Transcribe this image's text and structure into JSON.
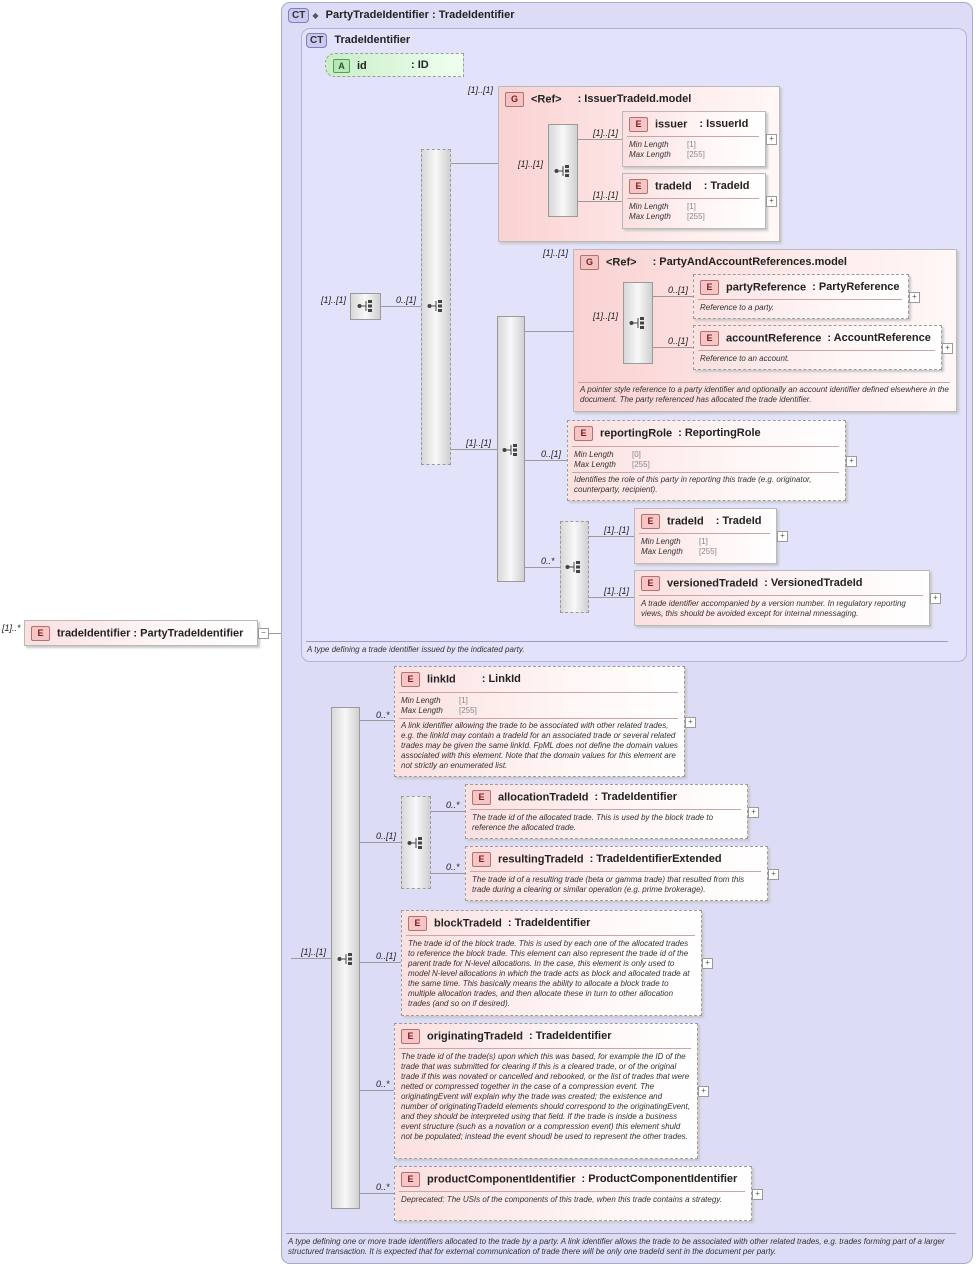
{
  "outer_type": {
    "badge": "CT",
    "title": "PartyTradeIdentifier : TradeIdentifier",
    "description": "A type defining one or more trade identifiers allocated to the trade by a party. A link identifier allows the trade to be associated with other related trades, e.g. trades forming part of a larger structured transaction. It is expected that for external communication of trade there will be only one tradeId sent in the document per party."
  },
  "inner_type": {
    "badge": "CT",
    "title": "TradeIdentifier",
    "description": "A type defining a trade identifier issued by the indicated party."
  },
  "root": {
    "icon": "E",
    "card": "[1]..*",
    "name": "tradeIdentifier",
    "type": ": PartyTradeIdentifier"
  },
  "attr_id": {
    "icon": "A",
    "name": "id",
    "type": ": ID"
  },
  "labels": {
    "min_length": "Min Length",
    "max_length": "Max Length",
    "ref": "<Ref>",
    "g": "G",
    "e": "E"
  },
  "cards": {
    "issuer_group": "[1]..[1]",
    "issuer_seq": "[1]..[1]",
    "issuer": "[1]..[1]",
    "tradeId1": "[1]..[1]",
    "inner_seq": "[1]..[1]",
    "choice": "0..[1]",
    "party_group": "[1]..[1]",
    "party_seq": "[1]..[1]",
    "partyRef": "0..[1]",
    "accountRef": "0..[1]",
    "seq2": "[1]..[1]",
    "reportingRole": "0..[1]",
    "seq3": "0..*",
    "tradeId2": "[1]..[1]",
    "versioned": "[1]..[1]",
    "outer_seq": "[1]..[1]",
    "linkId": "0..*",
    "alloc_choice": "0..[1]",
    "allocationTradeId": "0..*",
    "resultingTradeId": "0..*",
    "blockTradeId": "0..[1]",
    "originatingTradeId": "0..*",
    "productComponentIdentifier": "0..*"
  },
  "issuer_group": {
    "name": ": IssuerTradeId.model"
  },
  "issuer": {
    "name": "issuer",
    "type": ": IssuerId",
    "min": "[1]",
    "max": "[255]"
  },
  "tradeId1": {
    "name": "tradeId",
    "type": ": TradeId",
    "min": "[1]",
    "max": "[255]"
  },
  "party_group": {
    "name": ": PartyAndAccountReferences.model",
    "description": "A pointer style reference to a party identifier and optionally an account identifier defined elsewhere in the document. The party referenced has allocated the trade identifier."
  },
  "partyReference": {
    "name": "partyReference",
    "type": ": PartyReference",
    "description": "Reference to a party."
  },
  "accountReference": {
    "name": "accountReference",
    "type": ": AccountReference",
    "description": "Reference to an account."
  },
  "reportingRole": {
    "name": "reportingRole",
    "type": ": ReportingRole",
    "min": "[0]",
    "max": "[255]",
    "description": "Identifies the role of this party in reporting this trade (e.g. originator, counterparty, recipient)."
  },
  "tradeId2": {
    "name": "tradeId",
    "type": ": TradeId",
    "min": "[1]",
    "max": "[255]"
  },
  "versionedTradeId": {
    "name": "versionedTradeId",
    "type": ": VersionedTradeId",
    "description": "A trade identifier accompanied by a version number. In regulatory reporting views, this should be avoided except for internal mnessaging."
  },
  "linkId": {
    "name": "linkId",
    "type": ": LinkId",
    "min": "[1]",
    "max": "[255]",
    "description": "A link identifier allowing the trade to be associated with other related trades, e.g. the linkId may contain a tradeId for an associated trade or several related trades may be given the same linkId. FpML does not define the domain values associated with this element. Note that the domain values for this element are not strictly an enumerated list."
  },
  "allocationTradeId": {
    "name": "allocationTradeId",
    "type": ": TradeIdentifier",
    "description": "The trade id of the allocated trade. This is used by the block trade to reference the allocated trade."
  },
  "resultingTradeId": {
    "name": "resultingTradeId",
    "type": ": TradeIdentifierExtended",
    "description": "The trade id of a resulting trade (beta or gamma trade) that resulted from this trade during a clearing or similar operation (e.g. prime brokerage)."
  },
  "blockTradeId": {
    "name": "blockTradeId",
    "type": ": TradeIdentifier",
    "description": "The trade id of the block trade. This is used by each one of the allocated trades to reference the block trade. This element can also represent the trade id of the parent trade for N-level allocations. In the case, this element is only used to model N-level allocations in which the trade acts as block and allocated trade at the same time. This basically means the ability to allocate a block trade to multiple allocation trades, and then allocate these in turn to other allocation trades (and so on if desired)."
  },
  "originatingTradeId": {
    "name": "originatingTradeId",
    "type": ": TradeIdentifier",
    "description": "The trade id of the trade(s) upon which this was based, for example the ID of the trade that was submitted for clearing if this is a cleared trade, or of the original trade if this was novated or cancelled and rebooked, or the list of trades that were netted or compressed together in the case of a compression event. The originatingEvent will explain why the trade was created; the existence and number of originatingTradeId elements should correspond to the originatingEvent, and they should be interpreted using that field. If the trade is inside a business event structure (such as a novation or a compression event) this element shuld not be populated; instead the event shoudl be used to represent the other trades."
  },
  "productComponentIdentifier": {
    "name": "productComponentIdentifier",
    "type": ": ProductComponentIdentifier",
    "description": "Deprecated: The USIs of the components of this trade, when this trade contains a strategy."
  }
}
